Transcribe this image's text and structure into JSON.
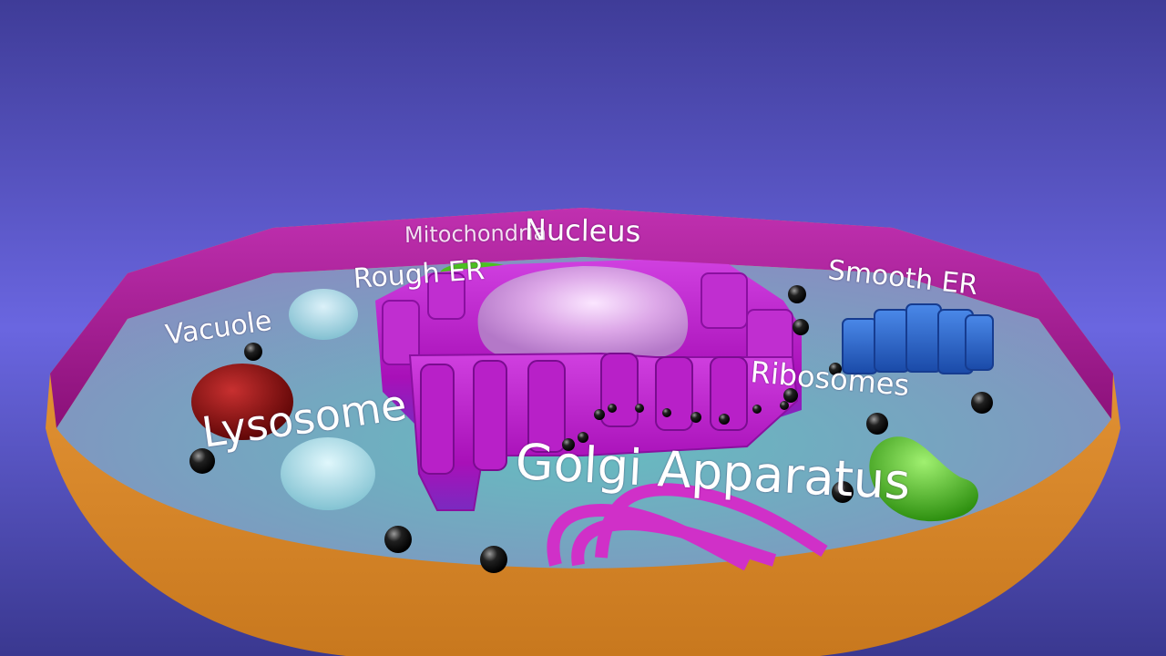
{
  "scene": {
    "colors": {
      "sky_top": "#3f3c98",
      "sky_bottom": "#6a66e0",
      "membrane": "#a8148f",
      "cytoplasm": "#6fb8c8",
      "cell_wall": "#e08e30",
      "organelle_magenta": "#c020d0",
      "nucleus": "#dda8e8",
      "lysosome": "#8b0c0c",
      "vacuole": "#a8dce6",
      "smooth_er": "#2e66cc",
      "mitochondria": "#4cc020",
      "ribosome": "#101010"
    }
  },
  "labels": {
    "nucleus": "Nucleus",
    "mitochondria": "Mitochondria",
    "rough_er": "Rough ER",
    "smooth_er": "Smooth ER",
    "vacuole": "Vacuole",
    "lysosome": "Lysosome",
    "ribosomes": "Ribosomes",
    "golgi": "Golgi Apparatus"
  }
}
